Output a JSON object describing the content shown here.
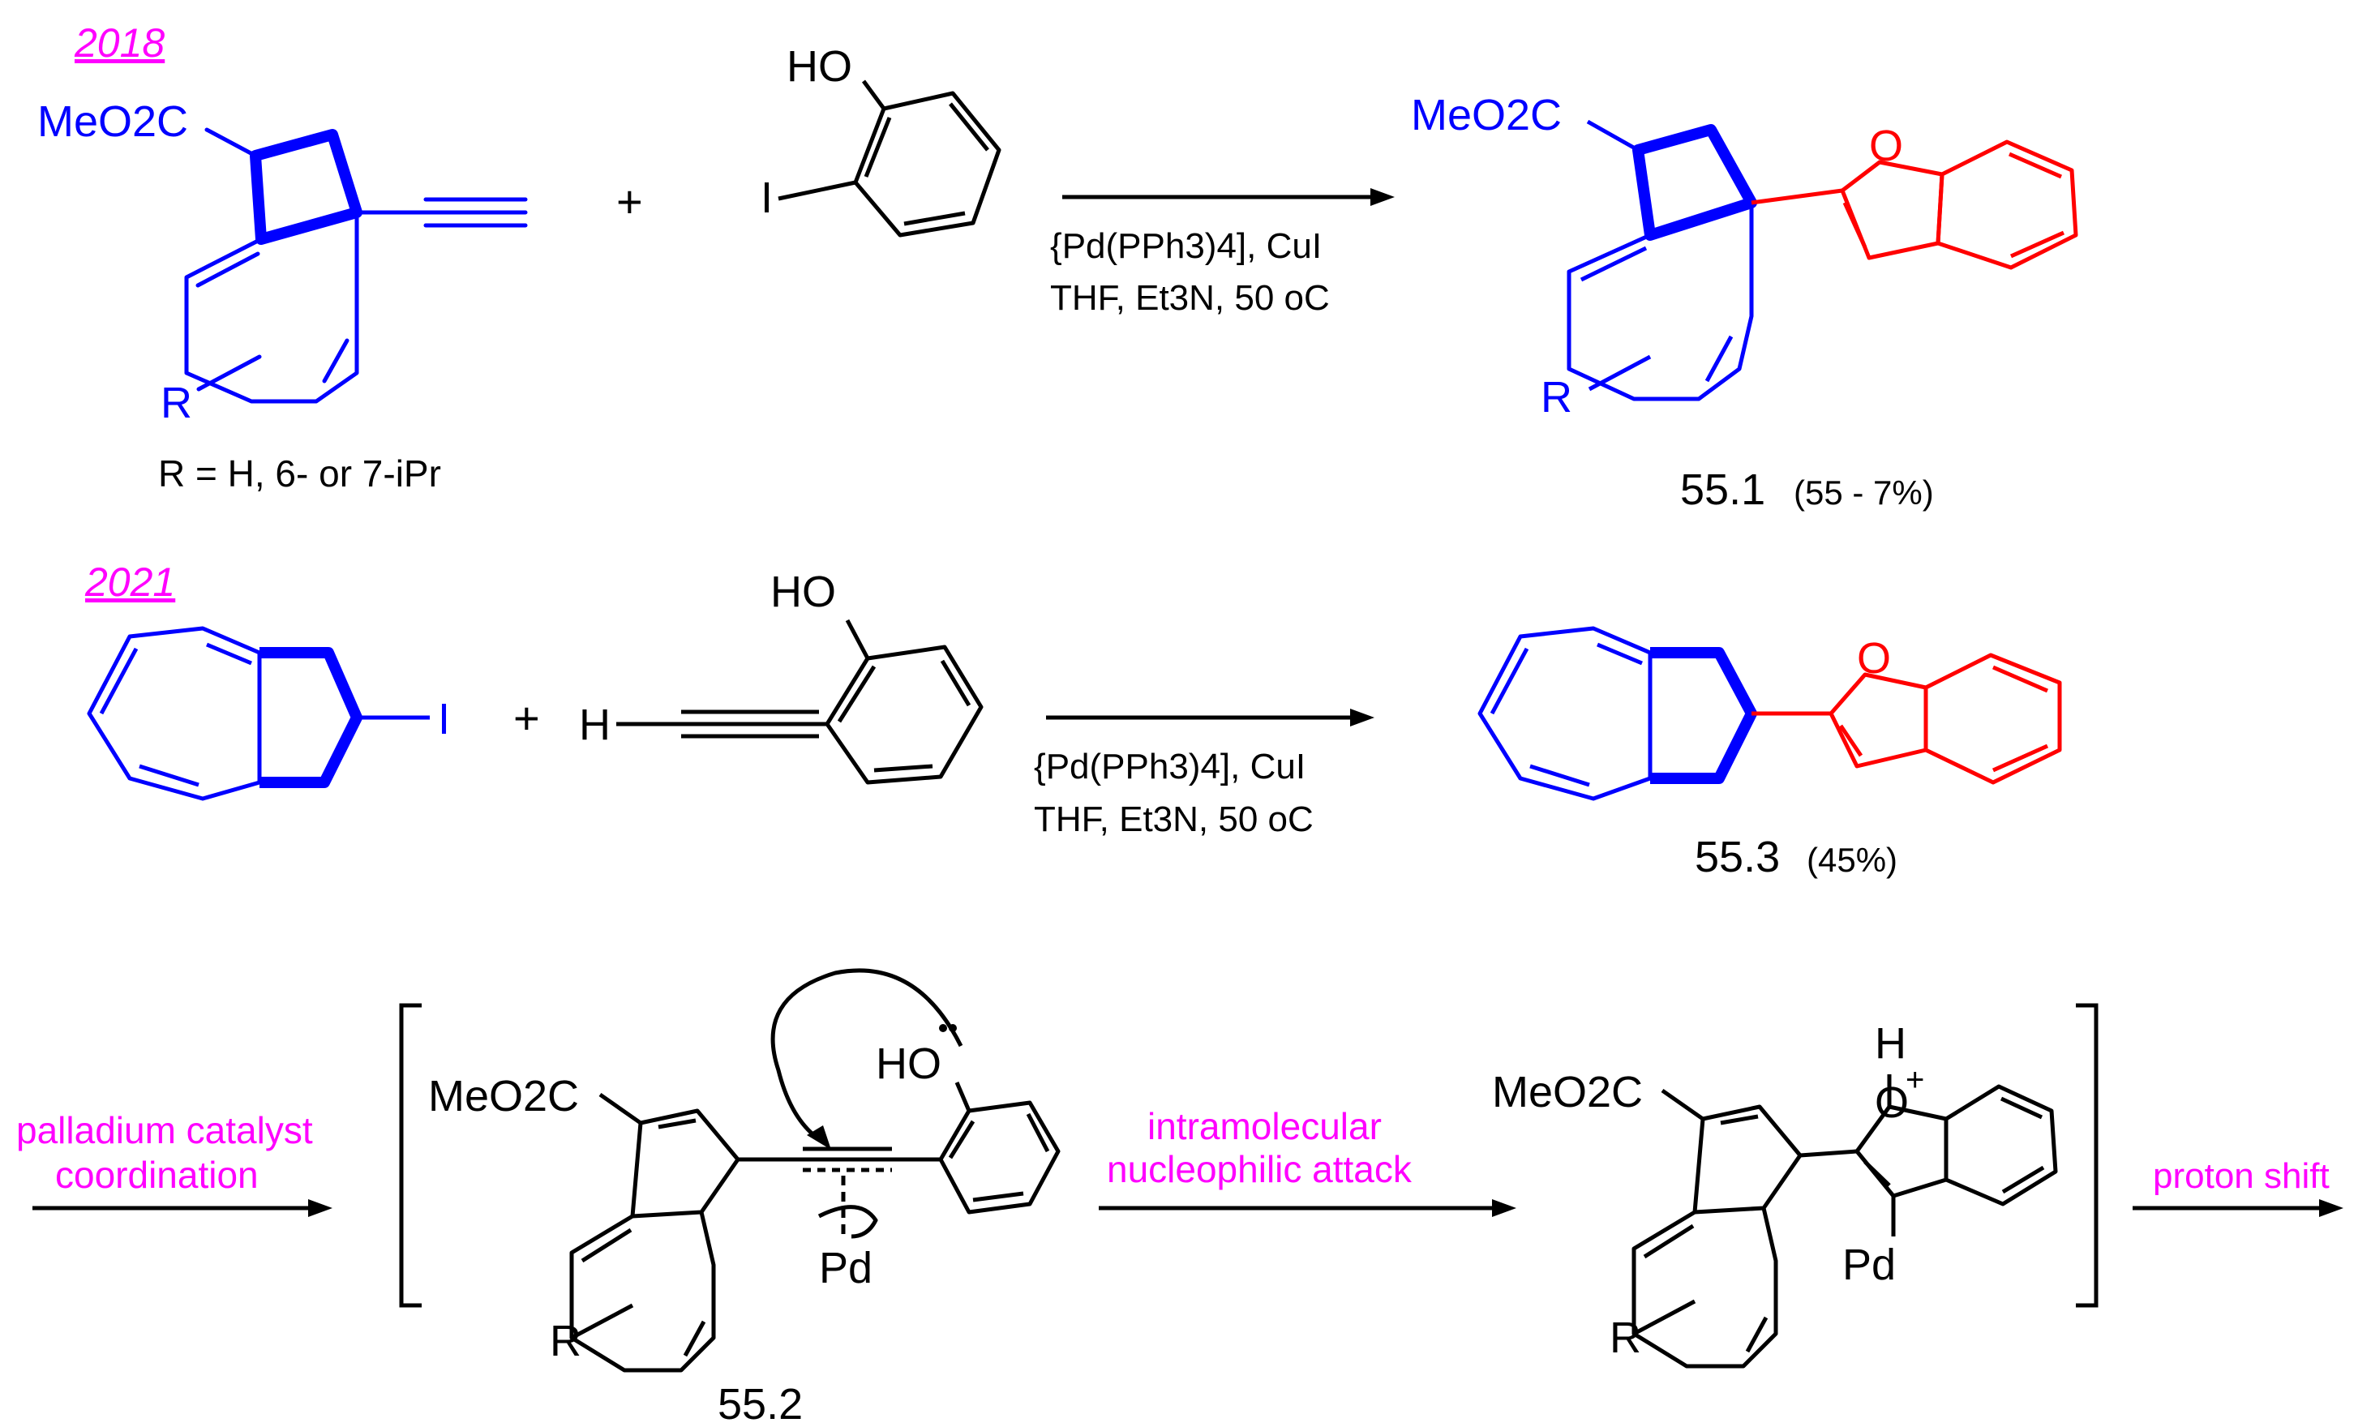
{
  "colors": {
    "reactant": "#0000ff",
    "product_ring": "#ff0000",
    "annotation": "#ff00ff",
    "structure": "#000000"
  },
  "row1": {
    "year": "2018",
    "ester": "MeO2C",
    "r_group": "R",
    "r_definition": "R = H, 6- or 7-iPr",
    "phenol_oh": "HO",
    "phenol_i": "I",
    "plus": "+",
    "conditions_1": "{Pd(PPh3)4], CuI",
    "conditions_2": "THF, Et3N, 50 oC",
    "product_ester": "MeO2C",
    "product_r": "R",
    "product_o": "O",
    "product_id": "55.1",
    "product_yield": "(55 - 7%)"
  },
  "row2": {
    "year": "2021",
    "iodide": "I",
    "plus": "+",
    "alkyne_h": "H",
    "phenol_oh": "HO",
    "conditions_1": "{Pd(PPh3)4], CuI",
    "conditions_2": "THF, Et3N, 50 oC",
    "product_o": "O",
    "product_id": "55.3",
    "product_yield": "(45%)"
  },
  "mechanism": {
    "step1_line1": "palladium catalyst",
    "step1_line2": "coordination",
    "intermediate_ester": "MeO2C",
    "intermediate_oh": "HO",
    "intermediate_pd": "Pd",
    "intermediate_r": "R",
    "intermediate_id": "55.2",
    "step2_line1": "intramolecular",
    "step2_line2": "nucleophilic attack",
    "oxonium_h": "H",
    "oxonium_o": "O",
    "oxonium_charge": "+",
    "second_ester": "MeO2C",
    "second_pd": "Pd",
    "second_r": "R",
    "step3": "proton shift"
  }
}
